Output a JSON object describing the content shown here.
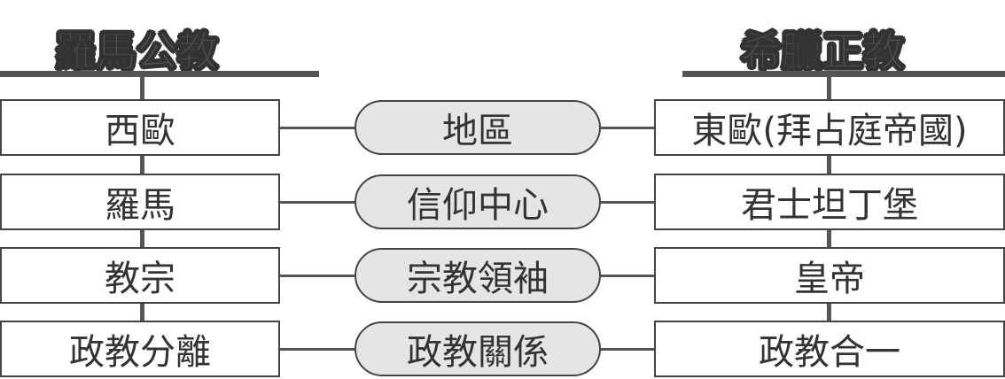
{
  "headings": {
    "left": "羅馬公教",
    "right": "希臘正教"
  },
  "rows": [
    {
      "left": "西歐",
      "center": "地區",
      "right": "東歐(拜占庭帝國)"
    },
    {
      "left": "羅馬",
      "center": "信仰中心",
      "right": "君士坦丁堡"
    },
    {
      "left": "教宗",
      "center": "宗教領袖",
      "right": "皇帝"
    },
    {
      "left": "政教分離",
      "center": "政教關係",
      "right": "政教合一"
    }
  ],
  "colors": {
    "line": "#555555",
    "border": "#444444",
    "pill_fill": "#e5e5e5",
    "text": "#333333"
  }
}
